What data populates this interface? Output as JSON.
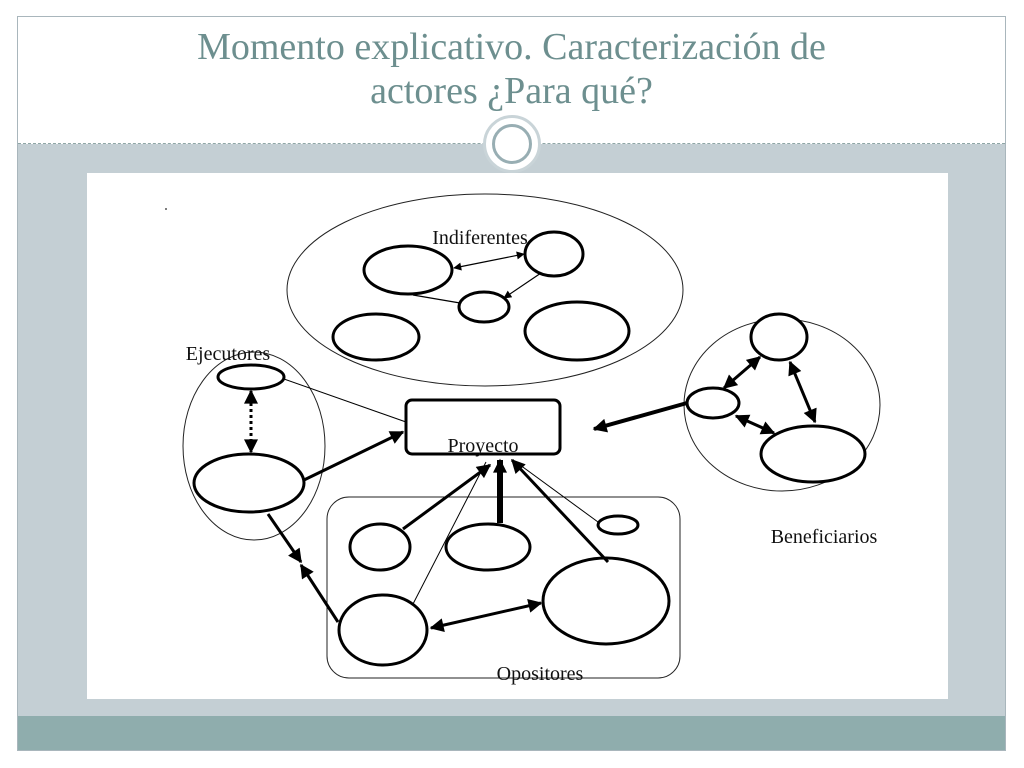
{
  "slide": {
    "title_line1": "Momento explicativo. Caracterización de",
    "title_line2": "actores ¿Para qué?"
  },
  "diagram": {
    "center_label": "Proyecto",
    "group_indiferentes": "Indiferentes",
    "group_ejecutores": "Ejecutores",
    "group_beneficiarios": "Beneficiarios",
    "group_opositores": "Opositores"
  },
  "colors": {
    "title_text": "#6d8f8f",
    "content_band": "#c4cfd4",
    "bottom_band": "#8fadad",
    "ornament_ring": "#98aeb3"
  }
}
